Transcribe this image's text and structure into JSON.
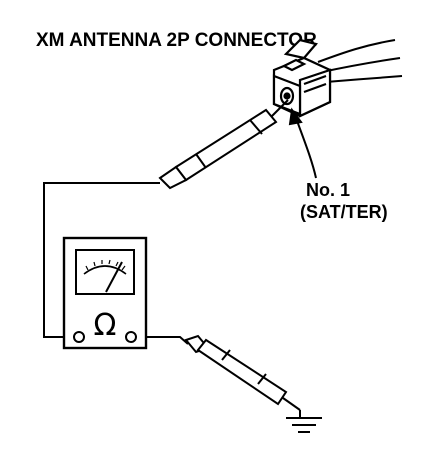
{
  "title": "XM ANTENNA 2P CONNECTOR",
  "callout": {
    "line1": "No. 1",
    "line2": "(SAT/TER)"
  },
  "meter": {
    "unit_symbol": "Ω"
  },
  "colors": {
    "ink": "#000000",
    "background": "#ffffff"
  },
  "icons": {
    "meter": "ohmmeter-icon",
    "ground": "ground-symbol-icon",
    "connector": "connector-icon",
    "probe": "test-probe-icon"
  }
}
